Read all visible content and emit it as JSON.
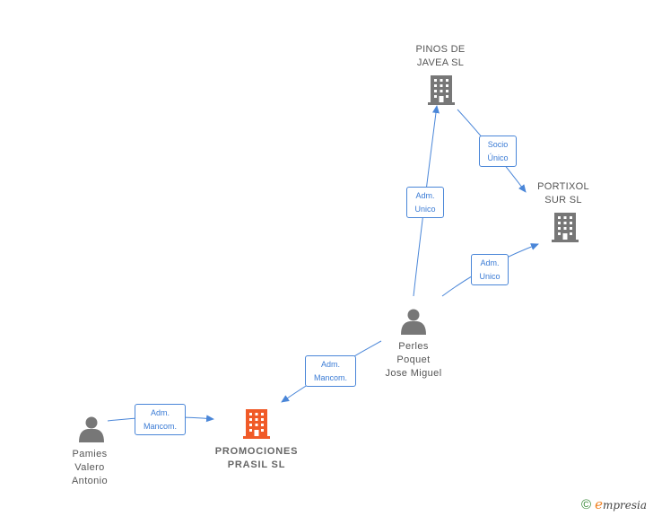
{
  "nodes": {
    "pinos": {
      "label": "PINOS DE\nJAVEA  SL",
      "type": "company"
    },
    "portixol": {
      "label": "PORTIXOL\nSUR SL",
      "type": "company"
    },
    "promociones": {
      "label": "PROMOCIONES\nPRASIL SL",
      "type": "company-main"
    },
    "perles": {
      "label": "Perles\nPoquet\nJose Miguel",
      "type": "person"
    },
    "pamies": {
      "label": "Pamies\nValero\nAntonio",
      "type": "person"
    }
  },
  "edges": {
    "pinos_portixol": {
      "label": "Socio\nÚnico"
    },
    "perles_pinos": {
      "label": "Adm.\nUnico"
    },
    "perles_portixol": {
      "label": "Adm.\nUnico"
    },
    "perles_promociones": {
      "label": "Adm.\nMancom."
    },
    "pamies_promociones": {
      "label": "Adm.\nMancom."
    }
  },
  "colors": {
    "edge": "#4a86d8",
    "company_icon": "#777777",
    "main_company_icon": "#f05a28",
    "person_icon": "#777777"
  },
  "brand": {
    "copyright": "©",
    "initial": "e",
    "name": "mpresia"
  }
}
